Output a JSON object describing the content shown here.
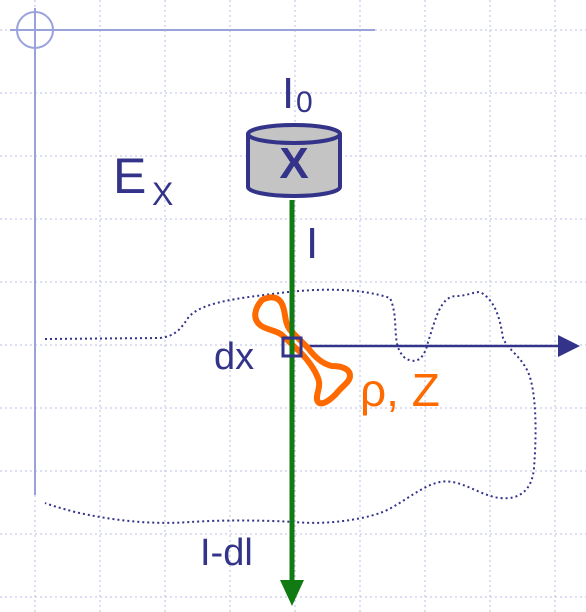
{
  "labels": {
    "source_main": "I",
    "source_sub": "0",
    "source_symbol": "X",
    "energy_main": "E",
    "energy_sub": "X",
    "intensity": "I",
    "element_thickness": "dx",
    "material_props": "ρ, Z",
    "transmitted": "I-dl"
  },
  "colors": {
    "background": "#ffffff",
    "grid": "#b9bfe6",
    "frame": "#9aa2dc",
    "navy": "#33338a",
    "beam_green": "#127a12",
    "material_orange": "#ff6a00",
    "source_fill": "#c4c4c4",
    "object_outline": "#33338a"
  },
  "icons": {
    "source": "x-ray-tube-icon",
    "element": "dx-square-icon",
    "material": "bone-icon"
  }
}
